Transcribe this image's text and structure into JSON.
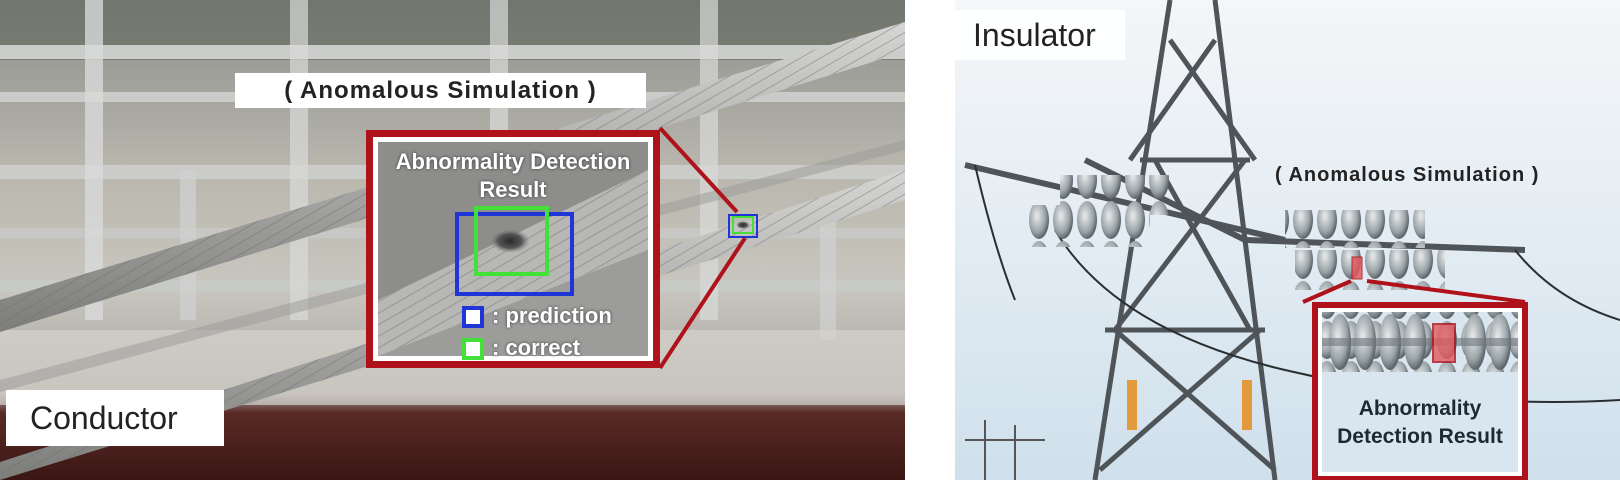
{
  "left": {
    "sim_label": "( Anomalous Simulation )",
    "inset_title_line1": "Abnormality Detection",
    "inset_title_line2": "Result",
    "legend_prediction": ": prediction",
    "legend_correct": ": correct",
    "component_label": "Conductor"
  },
  "right": {
    "component_label": "Insulator",
    "sim_label": "( Anomalous Simulation )",
    "inset_title_line1": "Abnormality",
    "inset_title_line2": "Detection Result"
  },
  "colors": {
    "inset_border": "#b0121b",
    "prediction_box": "#1f35d6",
    "correct_box": "#44e03a"
  }
}
